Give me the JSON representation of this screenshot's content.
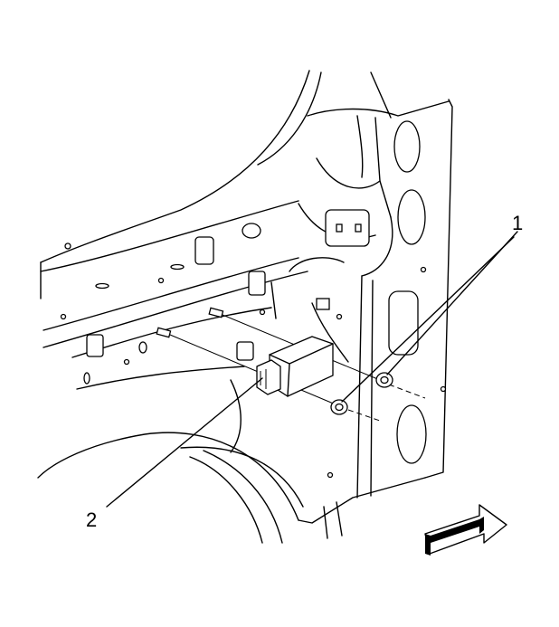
{
  "callouts": [
    {
      "id": "callout-1",
      "text": "1"
    },
    {
      "id": "callout-2",
      "text": "2"
    }
  ],
  "icons": {
    "direction_arrow": "forward-direction-arrow-icon"
  },
  "colors": {
    "line": "#000000",
    "background": "#ffffff"
  }
}
